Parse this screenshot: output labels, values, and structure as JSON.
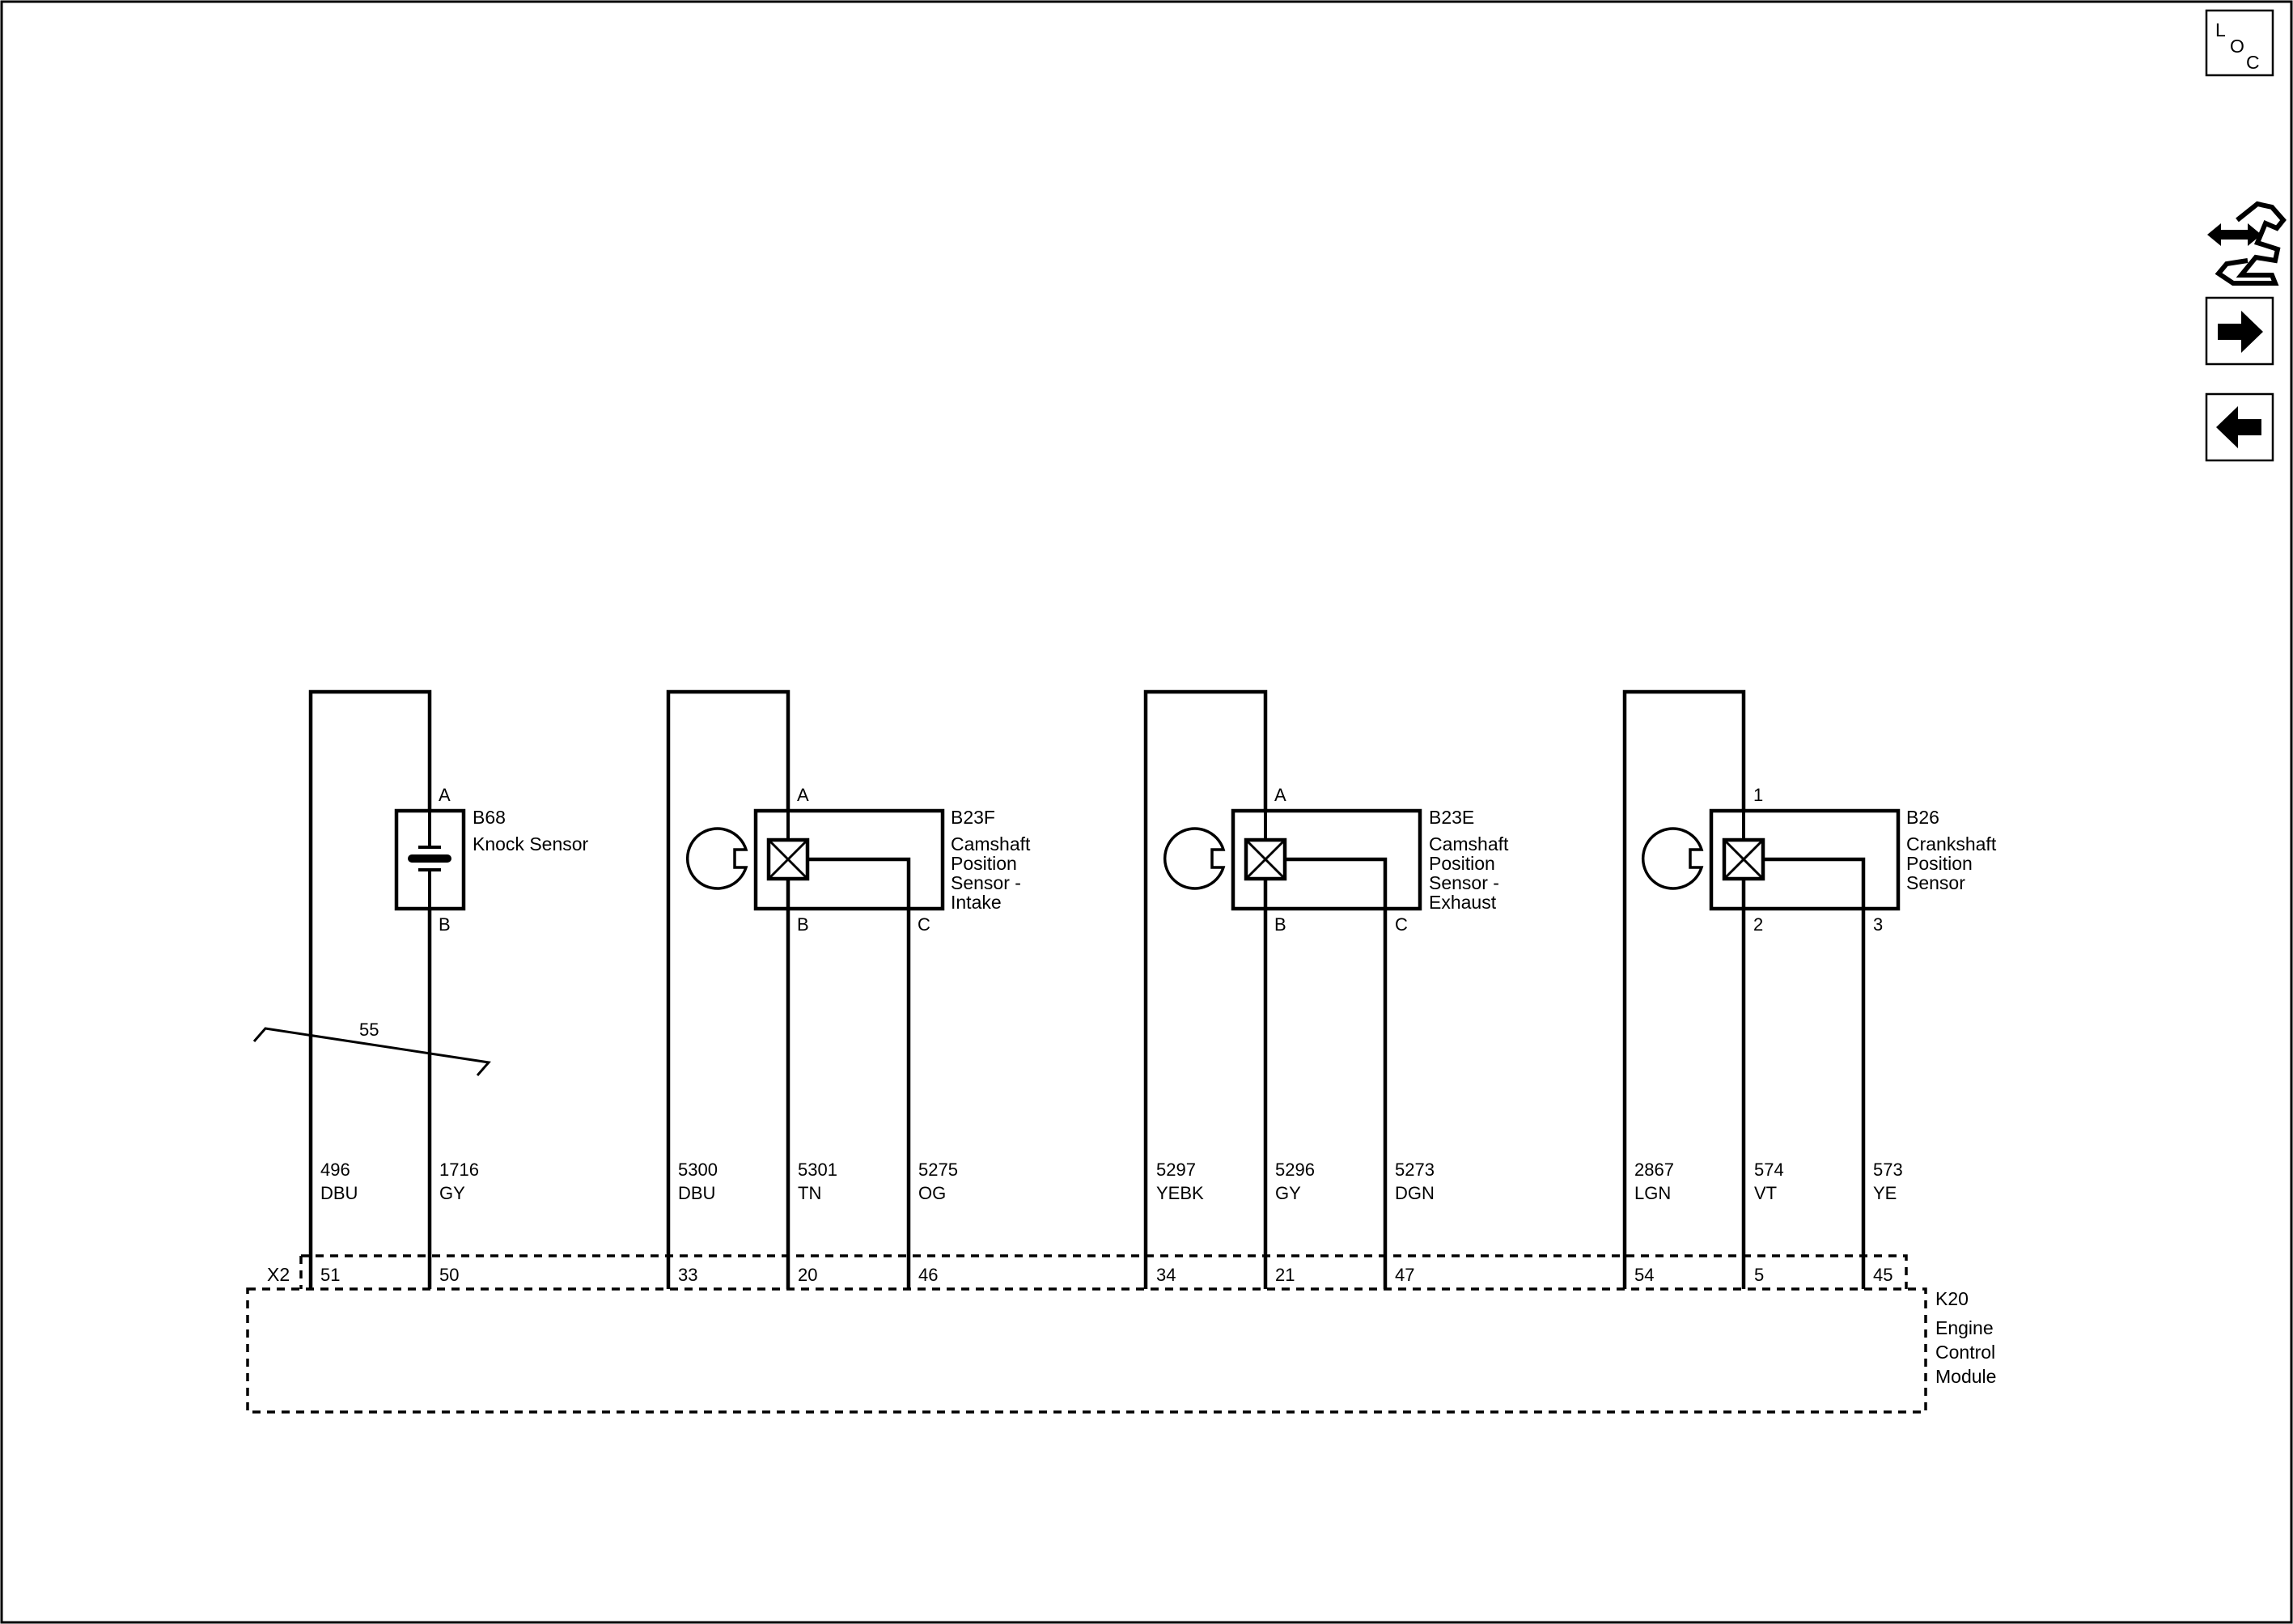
{
  "toolbar": {
    "loc_button": {
      "line1": "L",
      "line2": "O",
      "line3": "C"
    },
    "icons": [
      "connector-view-icon",
      "next-arrow-icon",
      "previous-arrow-icon"
    ]
  },
  "splice": {
    "label": "55"
  },
  "module": {
    "connector": "X2",
    "ref": "K20",
    "name_lines": [
      "Engine",
      "Control",
      "Module"
    ]
  },
  "components": [
    {
      "ref": "B68",
      "name_lines": [
        "Knock Sensor"
      ],
      "pins": [
        "A",
        "B"
      ]
    },
    {
      "ref": "B23F",
      "name_lines": [
        "Camshaft",
        "Position",
        "Sensor -",
        "Intake"
      ],
      "pins": [
        "A",
        "B",
        "C"
      ]
    },
    {
      "ref": "B23E",
      "name_lines": [
        "Camshaft",
        "Position",
        "Sensor -",
        "Exhaust"
      ],
      "pins": [
        "A",
        "B",
        "C"
      ]
    },
    {
      "ref": "B26",
      "name_lines": [
        "Crankshaft",
        "Position",
        "Sensor"
      ],
      "pins": [
        "1",
        "2",
        "3"
      ]
    }
  ],
  "wires": [
    {
      "circuit": "496",
      "color": "DBU",
      "ecm_pin": "51"
    },
    {
      "circuit": "1716",
      "color": "GY",
      "ecm_pin": "50"
    },
    {
      "circuit": "5300",
      "color": "DBU",
      "ecm_pin": "33"
    },
    {
      "circuit": "5301",
      "color": "TN",
      "ecm_pin": "20"
    },
    {
      "circuit": "5275",
      "color": "OG",
      "ecm_pin": "46"
    },
    {
      "circuit": "5297",
      "color": "YEBK",
      "ecm_pin": "34"
    },
    {
      "circuit": "5296",
      "color": "GY",
      "ecm_pin": "21"
    },
    {
      "circuit": "5273",
      "color": "DGN",
      "ecm_pin": "47"
    },
    {
      "circuit": "2867",
      "color": "LGN",
      "ecm_pin": "54"
    },
    {
      "circuit": "574",
      "color": "VT",
      "ecm_pin": "5"
    },
    {
      "circuit": "573",
      "color": "YE",
      "ecm_pin": "45"
    }
  ]
}
